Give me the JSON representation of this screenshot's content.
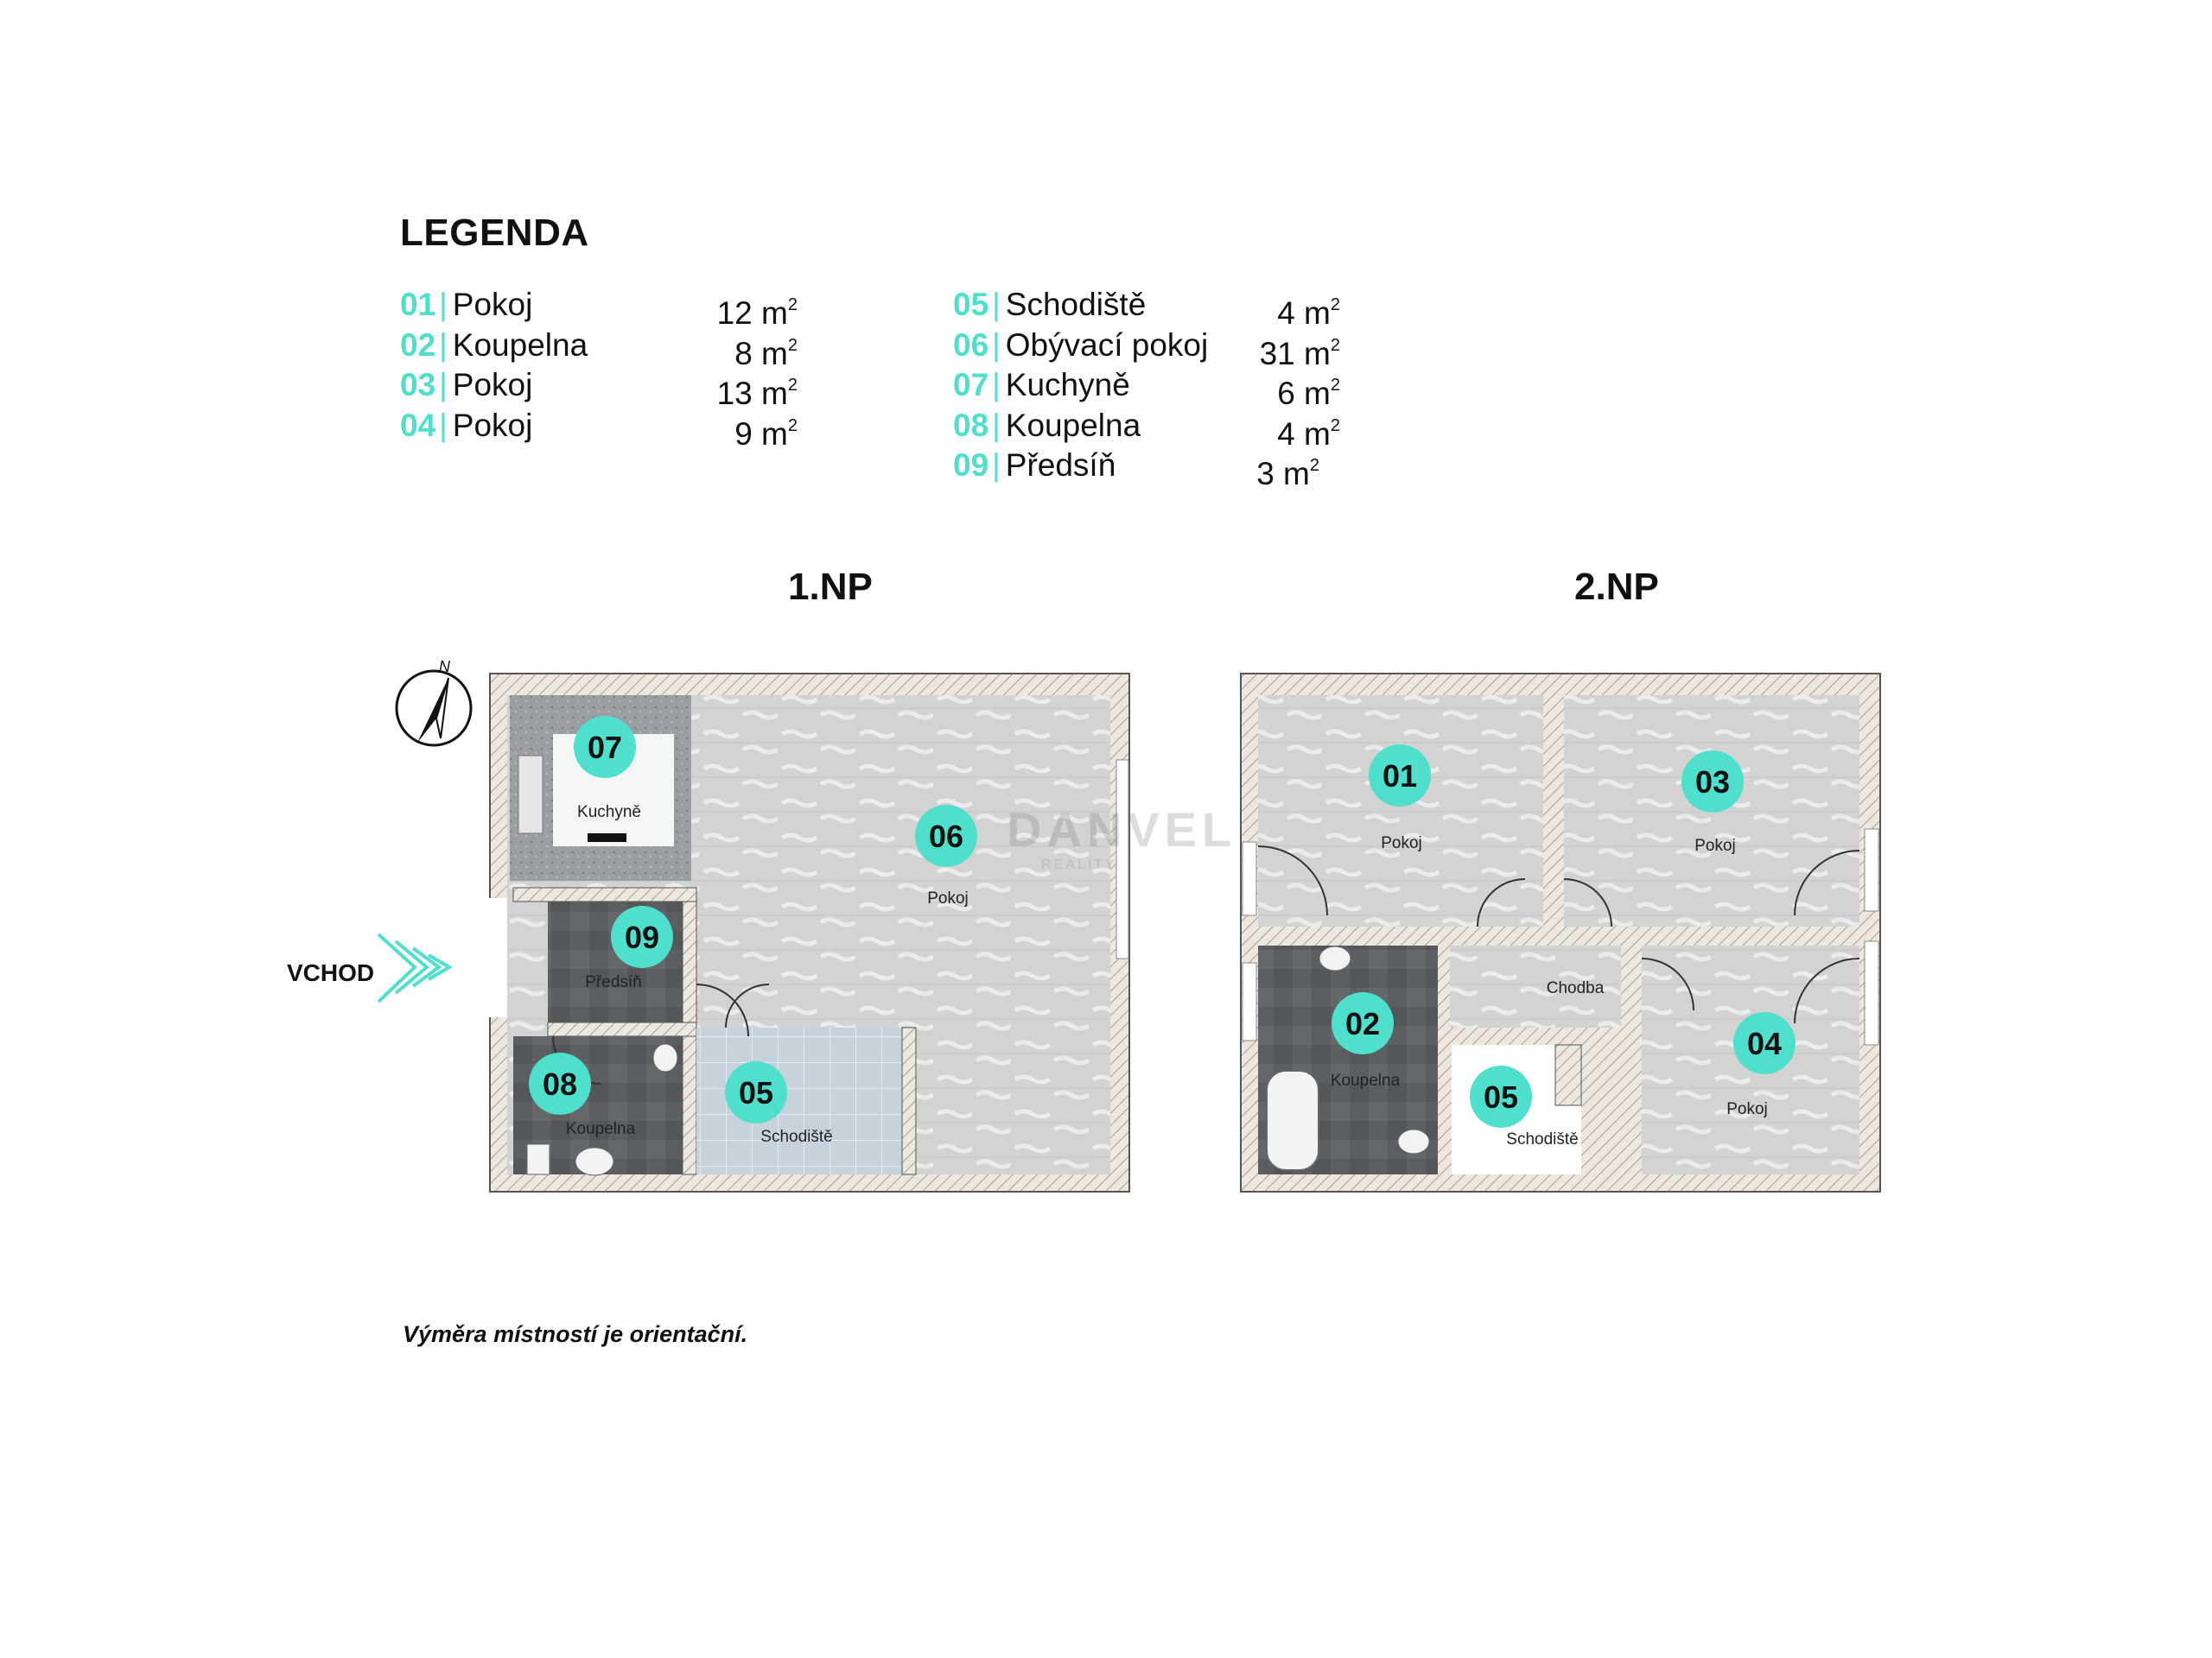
{
  "legend": {
    "title": "LEGENDA",
    "items": [
      {
        "num": "01",
        "sep": "|",
        "name": "Pokoj",
        "area": "12 m",
        "unit_sup": "2"
      },
      {
        "num": "02",
        "sep": "|",
        "name": "Koupelna",
        "area": "8 m",
        "unit_sup": "2"
      },
      {
        "num": "03",
        "sep": "|",
        "name": "Pokoj",
        "area": "13 m",
        "unit_sup": "2"
      },
      {
        "num": "04",
        "sep": "|",
        "name": "Pokoj",
        "area": "9 m",
        "unit_sup": "2"
      },
      {
        "num": "05",
        "sep": "|",
        "name": "Schodiště",
        "area": "4 m",
        "unit_sup": "2"
      },
      {
        "num": "06",
        "sep": "|",
        "name": "Obývací pokoj",
        "area": "31 m",
        "unit_sup": "2"
      },
      {
        "num": "07",
        "sep": "|",
        "name": "Kuchyně",
        "area": "6 m",
        "unit_sup": "2"
      },
      {
        "num": "08",
        "sep": "|",
        "name": "Koupelna",
        "area": "4 m",
        "unit_sup": "2"
      },
      {
        "num": "09",
        "sep": "|",
        "name": "Předsíň",
        "area": "3 m",
        "unit_sup": "2"
      }
    ]
  },
  "floors": {
    "np1": {
      "title": "1.NP",
      "rooms": [
        {
          "badge": "07",
          "label": "Kuchyně"
        },
        {
          "badge": "06",
          "label": "Pokoj"
        },
        {
          "badge": "09",
          "label": "Předsíň"
        },
        {
          "badge": "08",
          "label": "Koupelna"
        },
        {
          "badge": "05",
          "label": "Schodiště"
        }
      ]
    },
    "np2": {
      "title": "2.NP",
      "rooms": [
        {
          "badge": "01",
          "label": "Pokoj"
        },
        {
          "badge": "03",
          "label": "Pokoj"
        },
        {
          "badge": "02",
          "label": "Koupelna"
        },
        {
          "badge": "05",
          "label": "Schodiště"
        },
        {
          "badge": "04",
          "label": "Pokoj"
        }
      ],
      "corridor_label": "Chodba"
    }
  },
  "entrance_label": "VCHOD",
  "compass_label": "N",
  "watermark": {
    "main": "DANVEL",
    "sub": "REALITY"
  },
  "note": "Výměra místností je orientační.",
  "colors": {
    "accent": "#4fe0cd",
    "wall_hatch": "#c9c2b6",
    "floor_tile": "#d6d6d6",
    "dark_tile": "#5a5e60",
    "stairs": "#c6d1da"
  }
}
